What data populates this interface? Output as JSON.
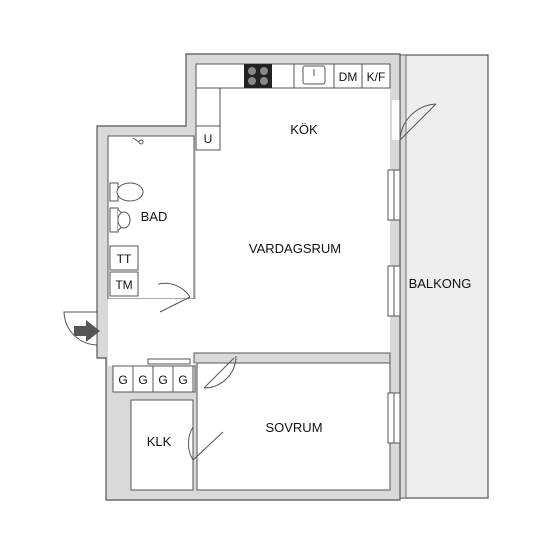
{
  "rooms": {
    "kok": "KÖK",
    "vardagsrum": "VARDAGSRUM",
    "balkong": "BALKONG",
    "bad": "BAD",
    "sovrum": "SOVRUM",
    "klk": "KLK"
  },
  "fixtures": {
    "dm": "DM",
    "kf": "K/F",
    "u": "U",
    "tt": "TT",
    "tm": "TM",
    "g1": "G",
    "g2": "G",
    "g3": "G",
    "g4": "G"
  },
  "colors": {
    "wall": "#d9d9d9",
    "wall_outline": "#555555",
    "balcony": "#eeeeee",
    "floor": "#ffffff",
    "entrance_arrow": "#555555"
  },
  "icons": {
    "entrance": "entrance-arrow-icon",
    "stove": "stove-icon",
    "sink": "sink-icon",
    "toilet": "toilet-icon",
    "washbasin": "washbasin-icon",
    "shower": "shower-icon"
  }
}
